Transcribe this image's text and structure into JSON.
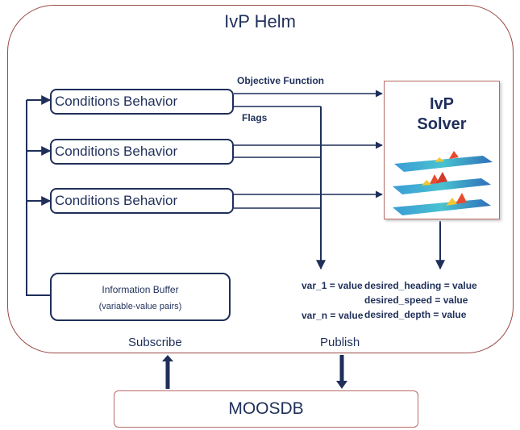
{
  "helm": {
    "title": "IvP Helm"
  },
  "behaviors": [
    {
      "label": "Conditions  Behavior"
    },
    {
      "label": "Conditions  Behavior"
    },
    {
      "label": "Conditions  Behavior"
    }
  ],
  "labels": {
    "objective_function": "Objective Function",
    "flags": "Flags"
  },
  "solver": {
    "title_line1": "IvP",
    "title_line2": "Solver"
  },
  "info_buffer": {
    "line1": "Information Buffer",
    "line2": "(variable-value pairs)"
  },
  "vars": {
    "var_1": "var_1 = value",
    "var_n": "var_n = value"
  },
  "outputs": {
    "heading": "desired_heading = value",
    "speed": "desired_speed = value",
    "depth": "desired_depth = value"
  },
  "io": {
    "subscribe": "Subscribe",
    "publish": "Publish"
  },
  "moosdb": {
    "label": "MOOSDB"
  },
  "colors": {
    "line": "#1f2f5a",
    "border": "#b76b66"
  }
}
